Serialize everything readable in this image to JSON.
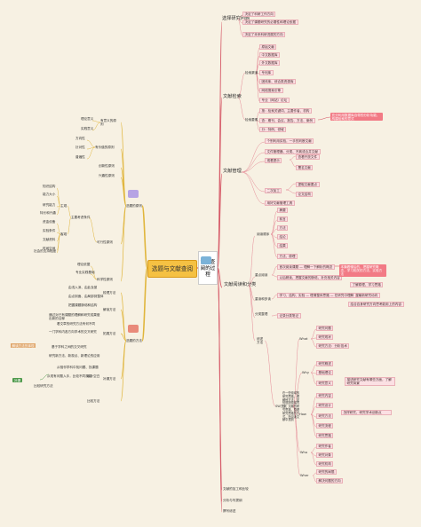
{
  "center": "选题与文献查阅",
  "right_root": "文献查阅的过程",
  "right": {
    "select_topic": "选择研究问题",
    "select_topic_items": [
      "决定了科研工作方向",
      "决定了课题研究的必要性和理论依据",
      "决定了未来科研进展的方向"
    ],
    "lit_search": "文献检索",
    "lit_search_sources_label": "检索渠道",
    "lit_search_sources": [
      "原始文献",
      "中文数据库",
      "外文数据库",
      "专利库",
      "团体库、综合类资源库",
      "网络搜索引擎",
      "专业（网站）论坛"
    ],
    "lit_search_keywords_label": "检索要素",
    "lit_search_keywords": [
      "按：检索关键词、主要作者、机构",
      "查：期刊、会议、报告、方法、案例",
      "分：特例、领域"
    ],
    "lit_search_note": "充分利用数据库自带的分析功能，构建检索的意式",
    "lit_manage": "文献管理",
    "lit_manage_items": [
      "个别利用实验，一手的判断文献",
      "文件管理器、分类、不离或合并文献",
      "观看提示",
      "查看开放文件",
      "署名文献"
    ],
    "lit_manage_secondary": "二次加工",
    "lit_manage_secondary_items": [
      "提取文献要点",
      "论文结构"
    ],
    "lit_manage_final": "用好文献管理工具",
    "lit_read": "文献阅读和分类",
    "lit_read_basic": "阅读顺序",
    "lit_read_basic_items": [
      "摘要",
      "前言",
      "方法",
      "结论",
      "结果",
      "方法、原理"
    ],
    "lit_read_focus": "重点阅读",
    "lit_read_focus_items": [
      "首次阅读课题 — 理解一下解析的概念",
      "以后精读，把握文献的脉络，补充相关内容"
    ],
    "lit_read_focus_note": "本篇看懂后的，把握研究概念，学习相关的方法、实验方法",
    "lit_read_focus_tags": [
      "了解原理，学习思路",
      "掌握最新研究动向"
    ],
    "lit_read_intensive": "重读和多读",
    "lit_read_intensive_items": [
      "学习、结构、实验 — 理清整体思路 — 在研究中理解",
      "结合自身研究方向思考能用上的内容"
    ],
    "lit_read_classify": "分类整理",
    "lit_read_classify_item": "记录分类笔记",
    "lit_read_review": "综述方法",
    "lit_read_what": "What",
    "lit_read_what_items": [
      "研究问题",
      "研究现状",
      "研究方法：分析技术"
    ],
    "lit_read_why": "Why",
    "lit_read_why_items": [
      "研究概述",
      "基础理论",
      "研究意义"
    ],
    "lit_read_why_note": "描述研究文献有哪些方面，了解研究背景",
    "lit_read_how": "How",
    "lit_read_how_items": [
      "研究内容",
      "研究设计",
      "研究方法",
      "研究流程",
      "研究思路"
    ],
    "lit_read_how_note": "怎样研究，研究学术创新点",
    "lit_read_3w_label": "SW方式",
    "lit_read_3w_text": "在一些领域的研究思路，理解他方法，如何利用领域内容，文献的研究思路，整理研究思路的方式，在阅读文献中找到",
    "lit_read_who": "Who",
    "lit_read_who_items": [
      "研究作者",
      "研究对象",
      "研究机构"
    ],
    "lit_read_where": "Wher",
    "lit_read_where_items": [
      "研究的局限",
      "解决问题的方向"
    ],
    "lit_process": "文献的加工和比较",
    "lit_analysis": "分析与写提纲",
    "lit_write": "撰写综述"
  },
  "left": {
    "principles": "选题的原则",
    "meaningful": "有意义的原则",
    "meaningful_items": [
      "理论意义",
      "实践意义"
    ],
    "innovative": "有价值的原则",
    "innovative_items": [
      "方向性",
      "针对性",
      "普遍性"
    ],
    "creative": "创新性原则",
    "interest": "兴趣性原则",
    "feasible": "可行性原则",
    "feasible_sub_label": "主要考虑条件",
    "feasible_sub_a": "主观",
    "feasible_sub_a_items": [
      "知识结构",
      "能力大小",
      "研究能力",
      "特长和兴趣"
    ],
    "feasible_sub_b": "客观",
    "feasible_sub_b_items": [
      "资金设备",
      "实验条件",
      "文献资料",
      "时间空间",
      "社会的支持程度"
    ],
    "scientific": "科学性原则",
    "scientific_items": [
      "理论依据",
      "专业实践基础"
    ],
    "methods": "选题的方法",
    "m1": "梳理方法",
    "m1_items": [
      "由浅入深、由此及彼",
      "由点到面、由局部到整体",
      "把握课题脉络和结构"
    ],
    "m2": "解读方法",
    "m2_items": [
      "通过对已有课题的理解和研究成果做出新的诠释",
      "看文章的研究方法有何不同"
    ],
    "m3": "拓展方法",
    "m3_items": [
      "一门学科内各方向学术的交叉研究",
      "基于学科之间的交叉研究"
    ],
    "m4": "补漏方法",
    "m4_items": [
      "从相邻学科中找问题、找课题",
      "研究新方法、新观点、新理论的应用"
    ],
    "m4_note": "填补空白",
    "m5": "比较方法",
    "m5_items": [
      "从现有问题入手，比较不同观点",
      "比较研究方法"
    ],
    "side_label": "解读方法的体现",
    "side_green": "补漏"
  }
}
